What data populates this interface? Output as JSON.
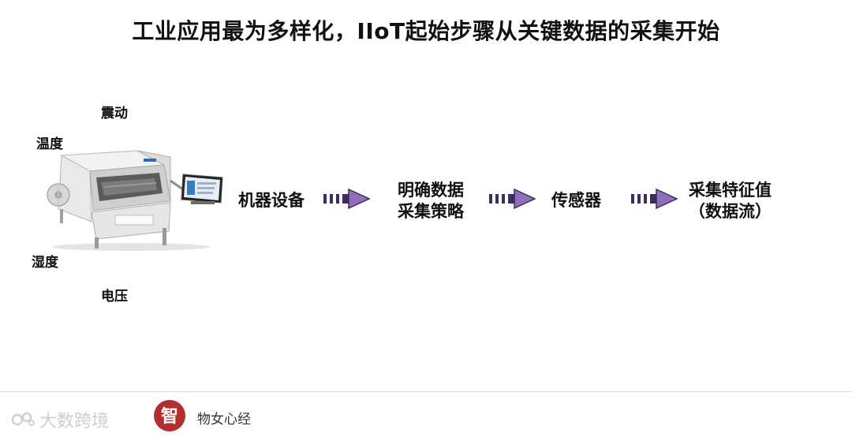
{
  "slide": {
    "title": "工业应用最为多样化，IIoT起始步骤从关键数据的采集开始"
  },
  "factors": {
    "vibration": "震动",
    "temperature": "温度",
    "humidity": "湿度",
    "voltage": "电压"
  },
  "flow": {
    "step1": "机器设备",
    "step2_line1": "明确数据",
    "step2_line2": "采集策略",
    "step3": "传感器",
    "step4_line1": "采集特征值",
    "step4_line2": "（数据流）"
  },
  "colors": {
    "arrow_fill": "#8e6fb8",
    "arrow_stripe": "#3c2d60"
  },
  "footer": {
    "watermark": "大数跨境",
    "logo_char": "智",
    "brand": "物女心经"
  }
}
